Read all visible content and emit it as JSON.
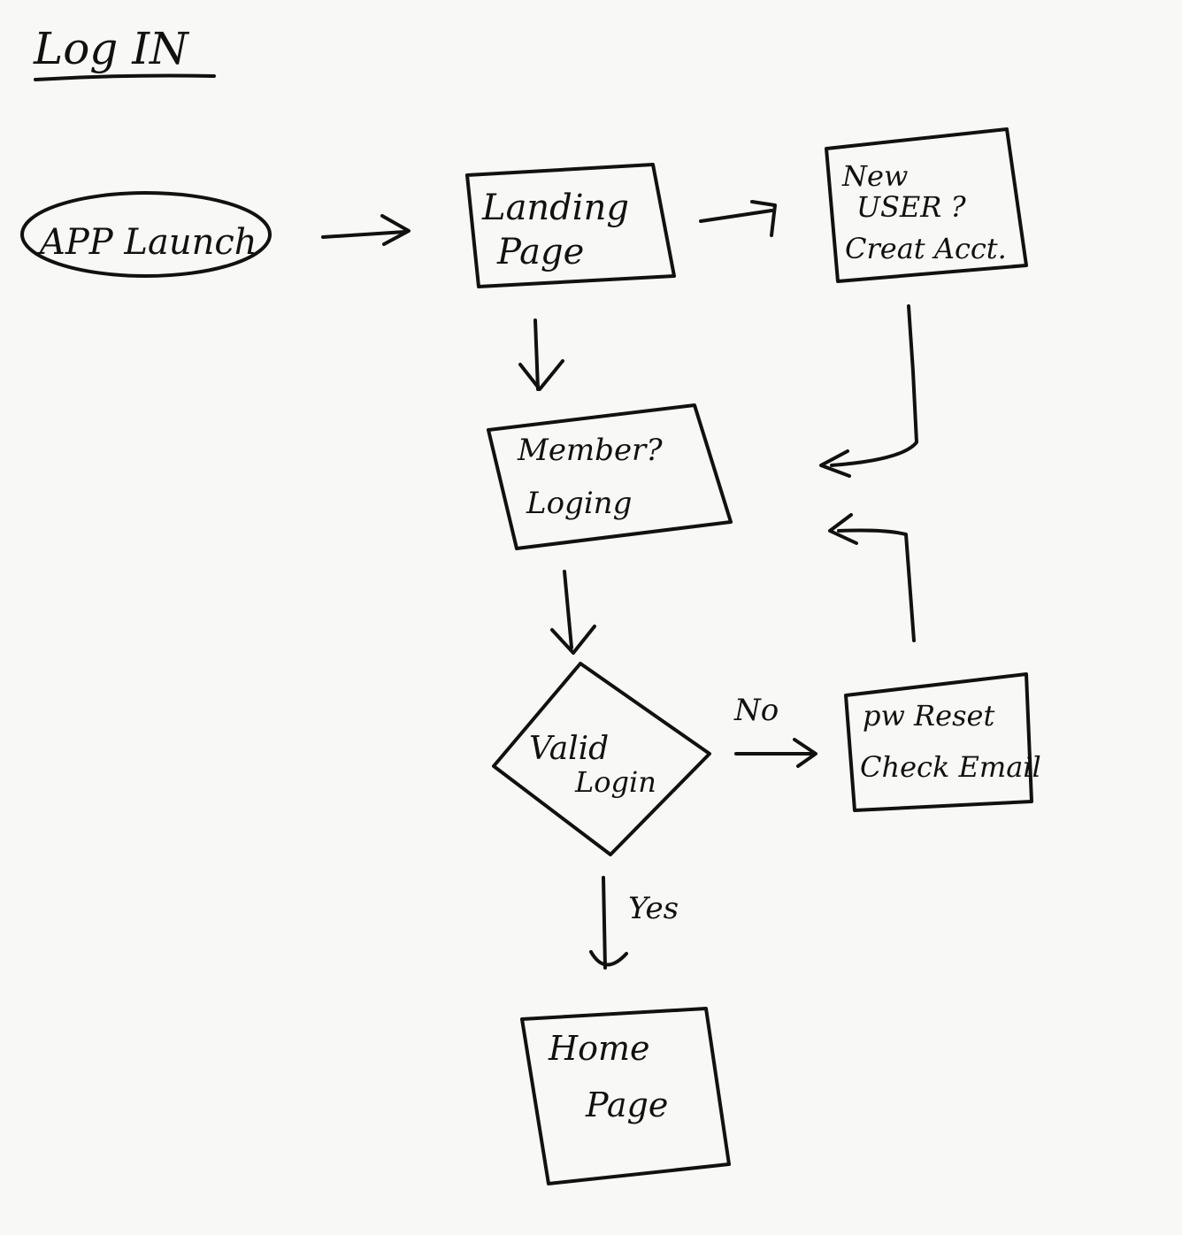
{
  "title": "Log IN",
  "nodes": {
    "app_launch": {
      "lines": [
        "APP Launch"
      ]
    },
    "landing_page": {
      "lines": [
        "Landing",
        "Page"
      ]
    },
    "new_user": {
      "lines": [
        "New",
        "USER ?",
        "Creat Acct."
      ]
    },
    "member_login": {
      "lines": [
        "Member?",
        "Loging"
      ]
    },
    "valid_login": {
      "lines": [
        "Valid",
        "Login"
      ]
    },
    "pw_reset": {
      "lines": [
        "pw Reset",
        "Check Email"
      ]
    },
    "home_page": {
      "lines": [
        "Home",
        "Page"
      ]
    }
  },
  "edge_labels": {
    "no": "No",
    "yes": "Yes"
  },
  "colors": {
    "ink": "#111111",
    "paper": "#f8f8f6"
  }
}
